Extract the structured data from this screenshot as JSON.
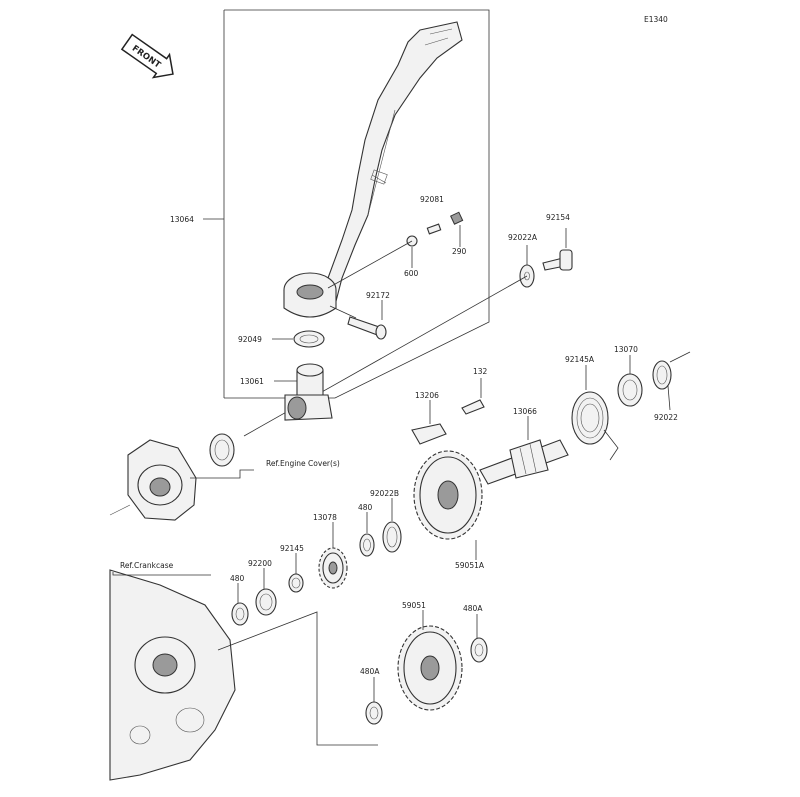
{
  "diagram": {
    "code": "E1340",
    "front_label": "FRONT",
    "ref_engine_cover": "Ref.Engine Cover(s)",
    "ref_crankcase": "Ref.Crankcase",
    "labels": {
      "p13064": "13064",
      "p92081": "92081",
      "p290": "290",
      "p600": "600",
      "p92154": "92154",
      "p92022A": "92022A",
      "p92172": "92172",
      "p92049": "92049",
      "p13061": "13061",
      "p92145A": "92145A",
      "p13070": "13070",
      "p92022": "92022",
      "p132": "132",
      "p13206": "13206",
      "p13066": "13066",
      "p92022B": "92022B",
      "p13078": "13078",
      "p480": "480",
      "p92145": "92145",
      "p92200": "92200",
      "p480b": "480",
      "p59051A": "59051A",
      "p59051": "59051",
      "p480A": "480A",
      "p480Ab": "480A"
    }
  }
}
